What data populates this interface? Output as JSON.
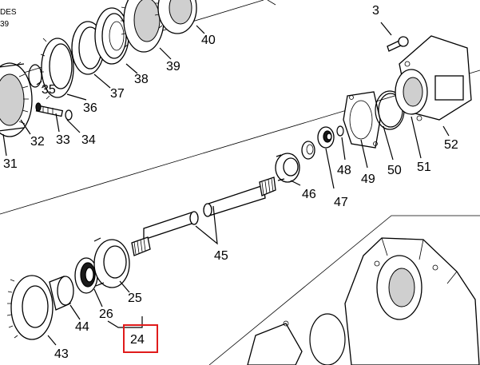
{
  "diagram": {
    "header_fragment_1": "DES",
    "header_fragment_2": "39",
    "part_numbers": [
      "3",
      "40",
      "39",
      "38",
      "37",
      "36",
      "35",
      "34",
      "33",
      "32",
      "31",
      "52",
      "51",
      "50",
      "49",
      "48",
      "47",
      "46",
      "45",
      "25",
      "26",
      "44",
      "43"
    ],
    "highlighted_part": "24",
    "highlight_color": "#e01b1b"
  }
}
